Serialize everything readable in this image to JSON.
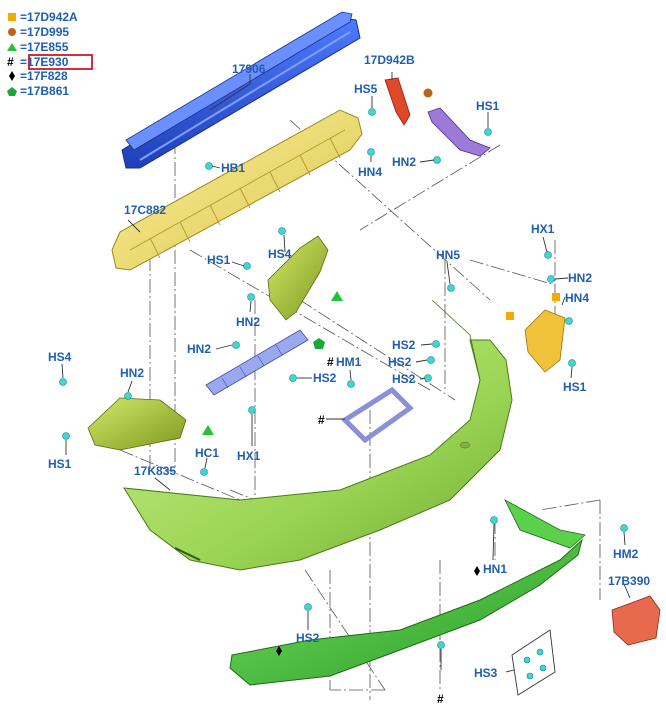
{
  "legend": {
    "items": [
      {
        "symbol": "square",
        "color": "#f2a900",
        "prefix": "=",
        "code": "17D942A"
      },
      {
        "symbol": "circle",
        "color": "#b8651a",
        "prefix": "=",
        "code": "17D995"
      },
      {
        "symbol": "triangle",
        "color": "#22c23a",
        "prefix": "=",
        "code": "17E855"
      },
      {
        "symbol": "hash",
        "color": "#000000",
        "prefix": "=",
        "code": "17E930"
      },
      {
        "symbol": "diamond",
        "color": "#000000",
        "prefix": "=",
        "code": "17F828"
      },
      {
        "symbol": "pentagon",
        "color": "#1aa83a",
        "prefix": "=",
        "code": "17B861"
      }
    ],
    "hash_glyph": "#"
  },
  "labels": {
    "part_17906": "17906",
    "part_17d942b": "17D942B",
    "part_17c882": "17C882",
    "part_17k835": "17K835",
    "part_17b390": "17B390",
    "hs5": "HS5",
    "hs1_top": "HS1",
    "hb1": "HB1",
    "hn4_top": "HN4",
    "hn2_top": "HN2",
    "hs4_mid": "HS4",
    "hs1_mid": "HS1",
    "hn2_mid": "HN2",
    "hn5": "HN5",
    "hx1_right": "HX1",
    "hn2_right": "HN2",
    "hn4_right": "HN4",
    "hs1_right": "HS1",
    "hn2_center": "HN2",
    "hs2_center": "HS2",
    "hm1": "HM1",
    "hs2_a": "HS2",
    "hs2_b": "HS2",
    "hs2_c": "HS2",
    "hs4_left": "HS4",
    "hn2_left": "HN2",
    "hs1_left": "HS1",
    "hc1": "HC1",
    "hx1_center": "HX1",
    "hn1": "HN1",
    "hm2": "HM2",
    "hs2_bottom": "HS2",
    "hs3": "HS3"
  }
}
